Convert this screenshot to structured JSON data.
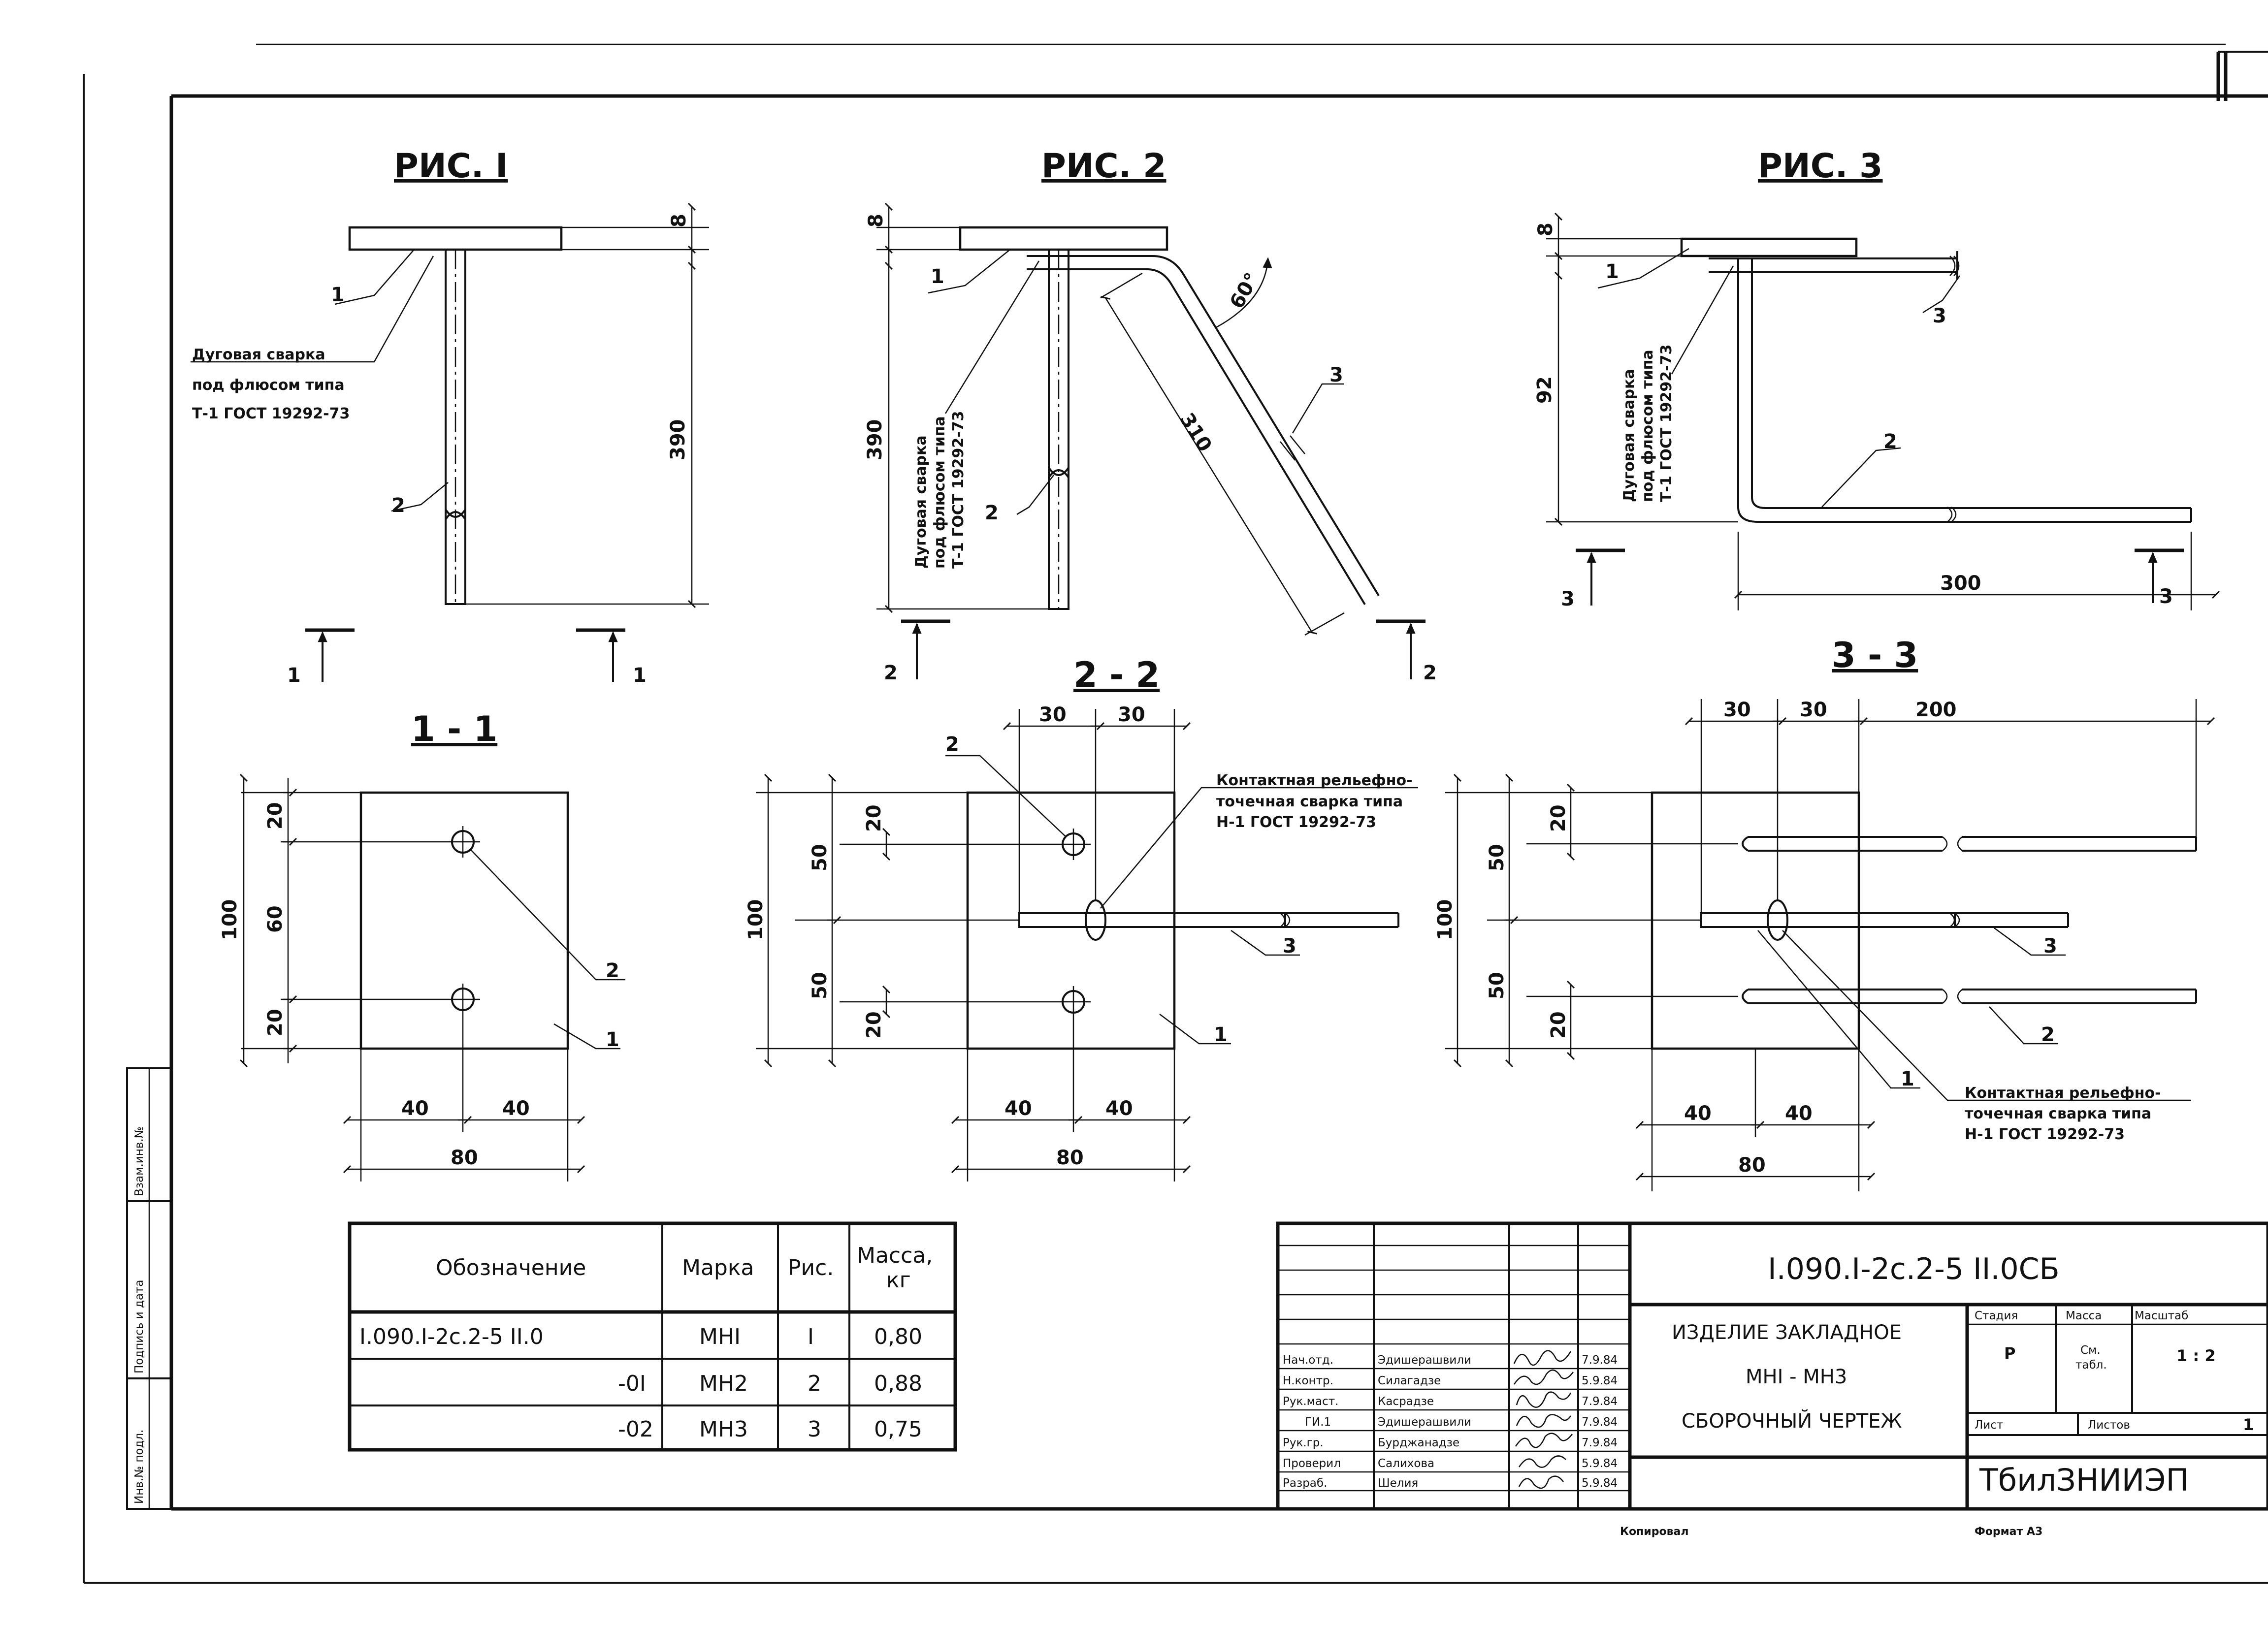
{
  "figures": {
    "fig1": {
      "title": "РИС. I",
      "dims": {
        "thickness": "8",
        "height": "390"
      },
      "callouts": [
        "1",
        "2"
      ],
      "weld_note": [
        "Дуговая сварка",
        "под флюсом типа",
        "Т-1 ГОСТ 19292-73"
      ],
      "cut_label": "1"
    },
    "fig2": {
      "title": "РИС. 2",
      "dims": {
        "thickness": "8",
        "height": "390",
        "bar_length": "310",
        "angle": "60°"
      },
      "callouts": [
        "1",
        "2",
        "3"
      ],
      "weld_note": [
        "Дуговая сварка",
        "под флюсом типа",
        "Т-1 ГОСТ 19292-73"
      ],
      "cut_label": "2"
    },
    "fig3": {
      "title": "РИС. 3",
      "dims": {
        "thickness": "8",
        "height": "92",
        "length": "300"
      },
      "callouts": [
        "1",
        "2",
        "3"
      ],
      "weld_note": [
        "Дуговая сварка",
        "под флюсом типа",
        "Т-1 ГОСТ 19292-73"
      ],
      "cut_label": "3"
    }
  },
  "sections": {
    "s11": {
      "title": "1 - 1",
      "dims": {
        "h_total": "100",
        "h_top": "20",
        "h_mid": "60",
        "h_bot": "20",
        "w_left": "40",
        "w_right": "40",
        "w_total": "80"
      },
      "callouts": [
        "2",
        "1"
      ]
    },
    "s22": {
      "title": "2 - 2",
      "dims": {
        "top_a": "30",
        "top_b": "30",
        "h_total": "100",
        "h_top": "50",
        "h_bot": "50",
        "h_top_small": "20",
        "h_bot_small": "20",
        "w_left": "40",
        "w_right": "40",
        "w_total": "80"
      },
      "callouts": [
        "2",
        "3",
        "1"
      ],
      "weld_note": [
        "Контактная рельефно-",
        "точечная сварка типа",
        "Н-1 ГОСТ 19292-73"
      ]
    },
    "s33": {
      "title": "3 - 3",
      "dims": {
        "top_a": "30",
        "top_b": "30",
        "top_c": "200",
        "h_total": "100",
        "h_top": "50",
        "h_bot": "50",
        "h_top_small": "20",
        "h_bot_small": "20",
        "w_left": "40",
        "w_right": "40",
        "w_total": "80"
      },
      "callouts": [
        "3",
        "2",
        "1"
      ],
      "weld_note": [
        "Контактная рельефно-",
        "точечная сварка типа",
        "Н-1 ГОСТ 19292-73"
      ]
    }
  },
  "spec_table": {
    "headers": [
      "Обозначение",
      "Марка",
      "Рис.",
      "Масса,",
      "кг"
    ],
    "rows": [
      {
        "code": "I.090.I-2с.2-5 II.0",
        "mark": "МНI",
        "fig": "I",
        "mass": "0,80"
      },
      {
        "code": "-0I",
        "mark": "МН2",
        "fig": "2",
        "mass": "0,88"
      },
      {
        "code": "-02",
        "mark": "МН3",
        "fig": "3",
        "mass": "0,75"
      }
    ]
  },
  "side_stamp": [
    "Инв.№ подл.",
    "Подпись и дата",
    "Взам.инв.№"
  ],
  "title_block": {
    "doc_code": "I.090.I-2с.2-5 II.0СБ",
    "product": [
      "ИЗДЕЛИЕ ЗАКЛАДНОЕ",
      "МНI - МН3",
      "СБОРОЧНЫЙ ЧЕРТЕЖ"
    ],
    "roles": [
      {
        "role": "Нач.отд.",
        "name": "Эдишерашвили",
        "date": "7.9.84"
      },
      {
        "role": "Н.контр.",
        "name": "Силагадзе",
        "date": "5.9.84"
      },
      {
        "role": "Рук.маст.",
        "name": "Касрадзе",
        "date": "7.9.84"
      },
      {
        "role": "ГИ.1",
        "name": "Эдишерашвили",
        "date": "7.9.84"
      },
      {
        "role": "Рук.гр.",
        "name": "Бурджанадзе",
        "date": "7.9.84"
      },
      {
        "role": "Проверил",
        "name": "Салихова",
        "date": "5.9.84"
      },
      {
        "role": "Разраб.",
        "name": "Шелия",
        "date": "5.9.84"
      }
    ],
    "stage_label": "Стадия",
    "stage_value": "Р",
    "mass_label": "Масса",
    "mass_value": [
      "См.",
      "табл."
    ],
    "scale_label": "Масштаб",
    "scale_value": "1 : 2",
    "sheet_label": "Лист",
    "sheets_label": "Листов",
    "sheets_value": "1",
    "org": "ТбилЗНИИЭП"
  },
  "footer": {
    "copied": "Копировал",
    "format": "Формат А3"
  }
}
